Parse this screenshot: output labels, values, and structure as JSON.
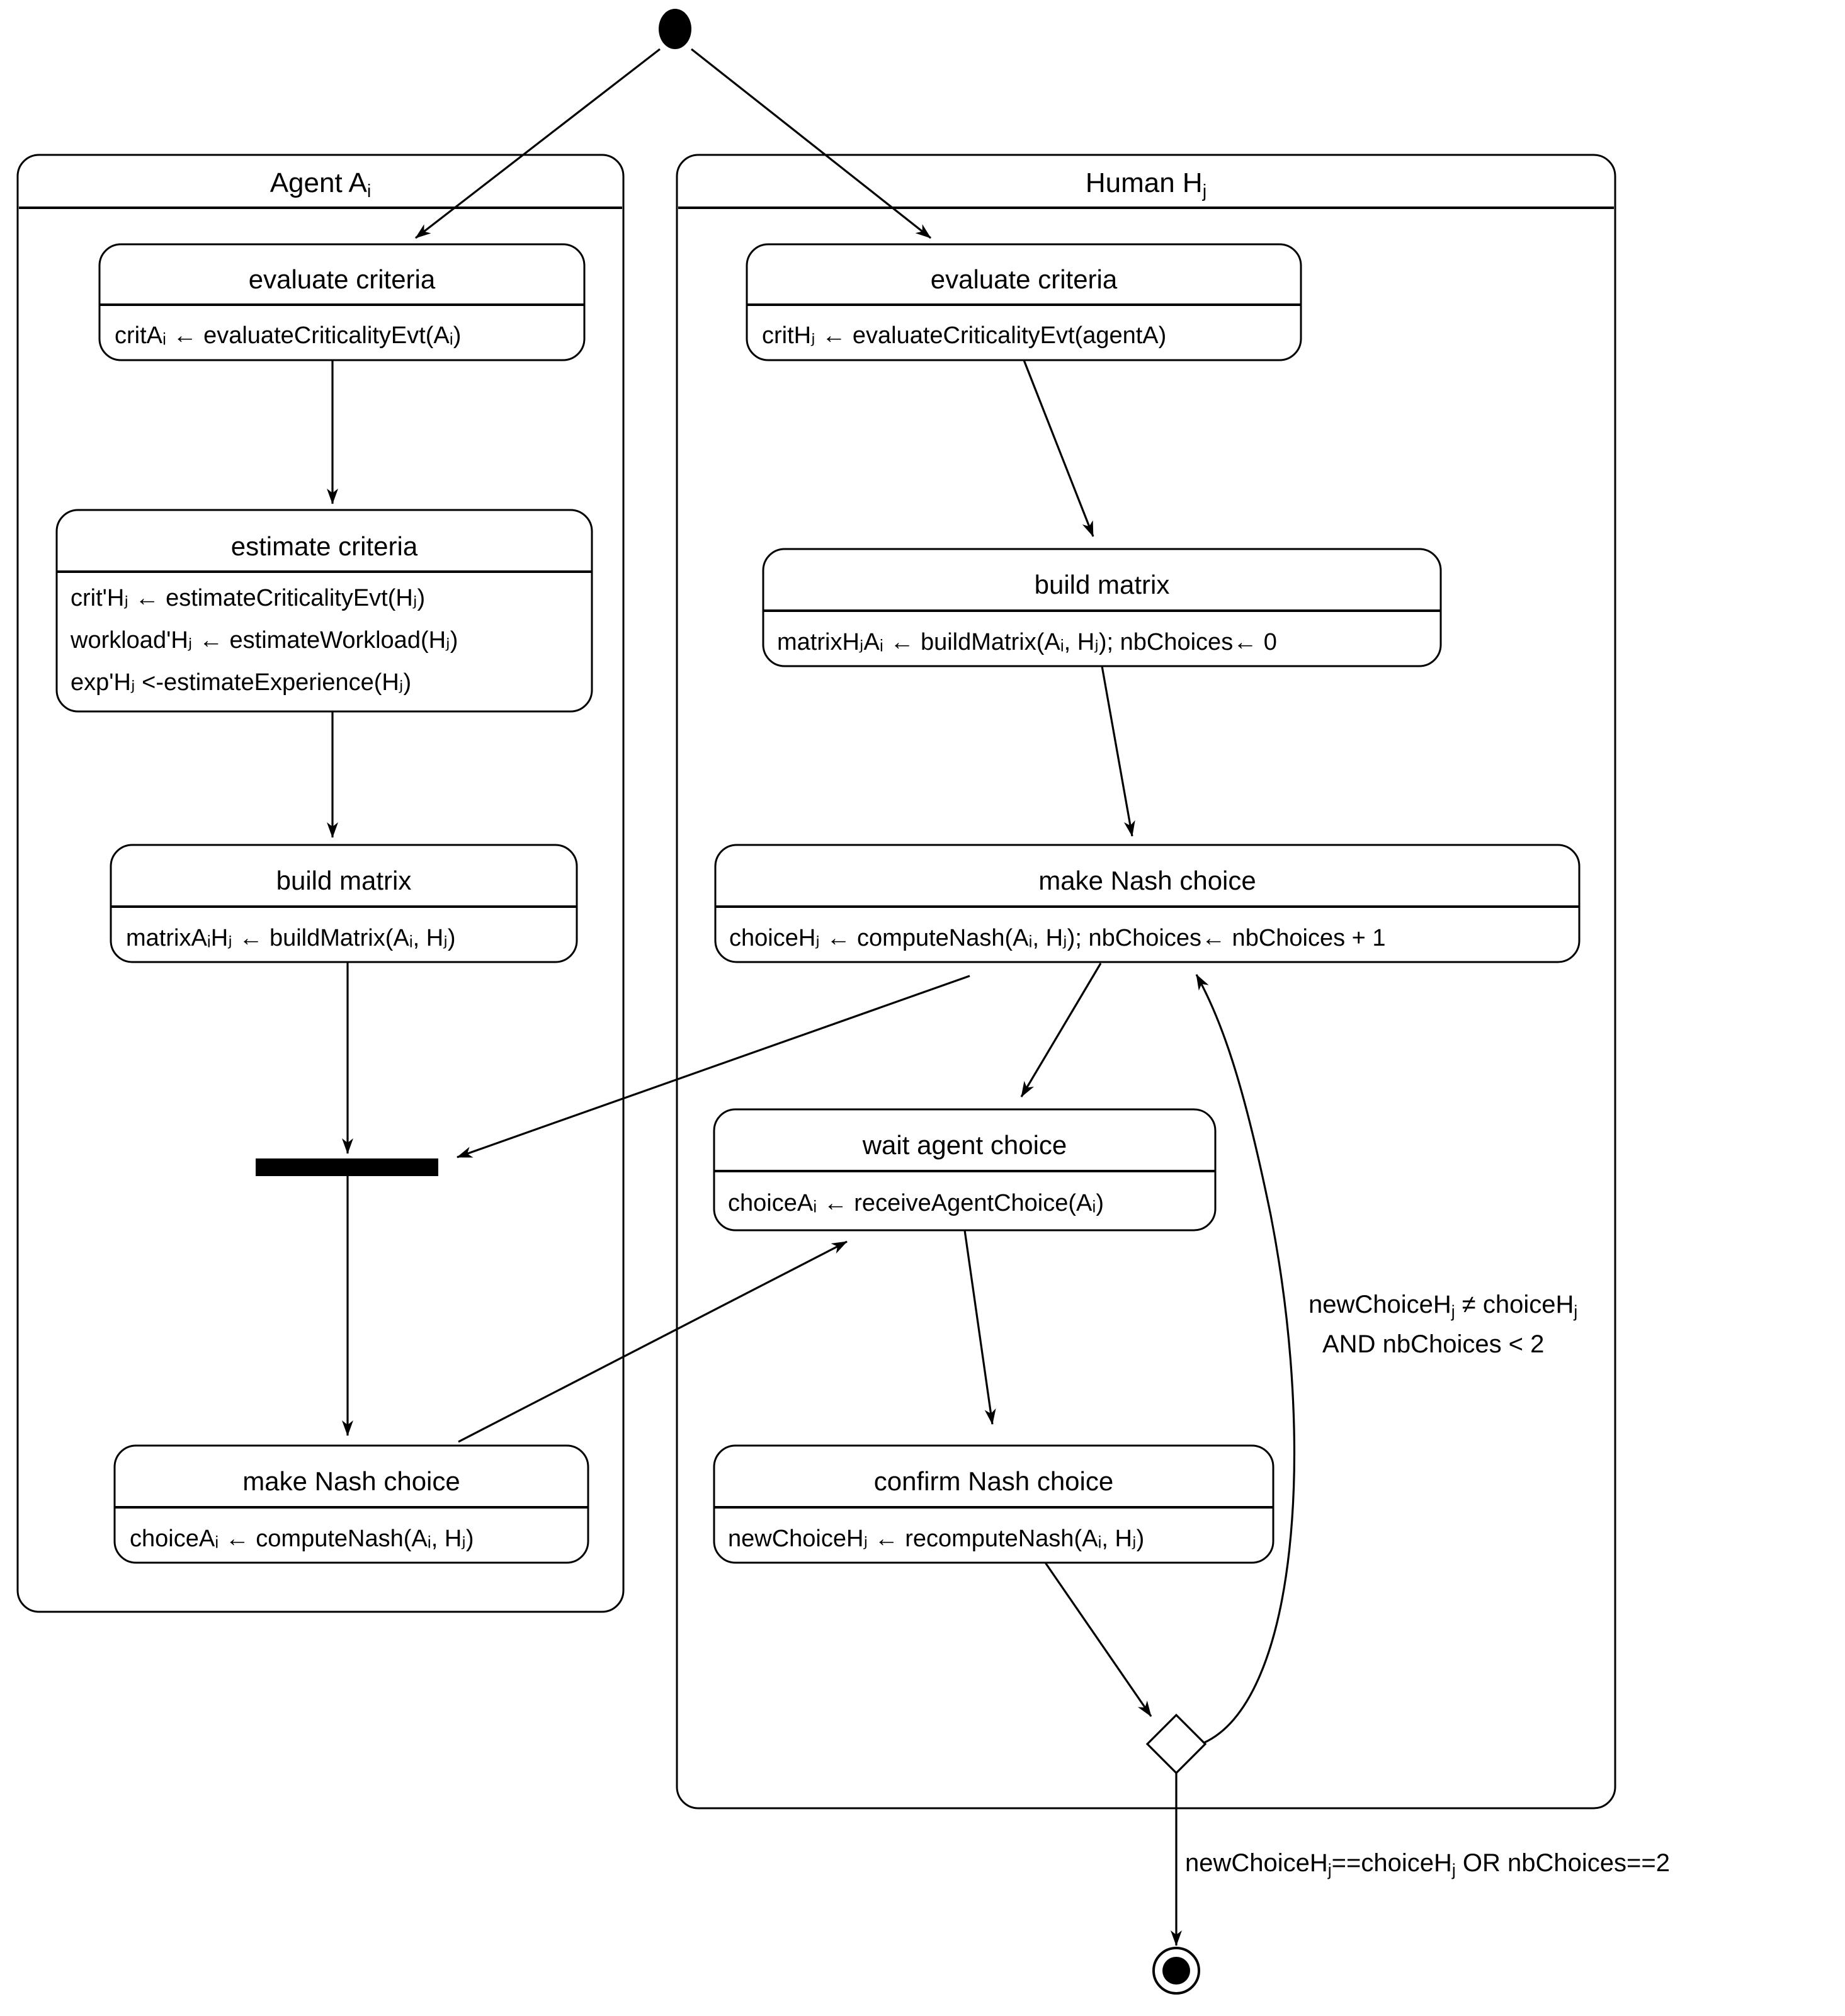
{
  "diagram": {
    "type": "uml-activity-diagram",
    "title": "",
    "colors": {
      "stroke": "#000000",
      "background": "#ffffff",
      "node_fill": "#ffffff"
    },
    "start_node": "initial-node",
    "final_node": "activity-final-node"
  },
  "lanes": [
    {
      "id": "agent",
      "title_main": "Agent A",
      "title_sub": "i"
    },
    {
      "id": "human",
      "title_main": "Human H",
      "title_sub": "j"
    }
  ],
  "nodes": {
    "agent_evaluate_criteria": {
      "title": "evaluate criteria",
      "body": [
        {
          "pre": "critA",
          "sub": "i",
          "post": " ← evaluateCriticalityEvt(A",
          "sub2": "i",
          "post2": ")"
        }
      ],
      "body_plain": "critAᵢ ← evaluateCriticalityEvt(Aᵢ)"
    },
    "agent_estimate_criteria": {
      "title": "estimate criteria",
      "body_plain": [
        "crit'Hⱼ ← estimateCriticalityEvt(Hⱼ)",
        "workload'Hⱼ ← estimateWorkload(Hⱼ)",
        "exp'Hⱼ <-estimateExperience(Hⱼ)"
      ]
    },
    "agent_build_matrix": {
      "title": "build matrix",
      "body_plain": "matrixAᵢHⱼ ← buildMatrix(Aᵢ, Hⱼ)"
    },
    "agent_make_nash_choice": {
      "title": "make Nash choice",
      "body_plain": "choiceAᵢ ← computeNash(Aᵢ, Hⱼ)"
    },
    "human_evaluate_criteria": {
      "title": "evaluate criteria",
      "body_plain": "critHⱼ ← evaluateCriticalityEvt(agentA)"
    },
    "human_build_matrix": {
      "title": "build matrix",
      "body_plain": "matrixHⱼAᵢ ← buildMatrix(Aᵢ, Hⱼ); nbChoices← 0"
    },
    "human_make_nash_choice": {
      "title": "make Nash choice",
      "body_plain": "choiceHⱼ ← computeNash(Aᵢ, Hⱼ); nbChoices← nbChoices + 1"
    },
    "human_wait_agent_choice": {
      "title": "wait agent choice",
      "body_plain": "choiceAᵢ ← receiveAgentChoice(Aᵢ)"
    },
    "human_confirm_nash_choice": {
      "title": "confirm Nash choice",
      "body_plain": "newChoiceHⱼ ← recomputeNash(Aᵢ, Hⱼ)"
    }
  },
  "guards": {
    "loop_back_line1_pre": "newChoiceH",
    "loop_back_line1_sub1": "j",
    "loop_back_line1_mid": " ≠ choiceH",
    "loop_back_line1_sub2": "j",
    "loop_back_line2": "AND nbChoices < 2",
    "exit_pre": "newChoiceH",
    "exit_sub1": "j",
    "exit_mid": "==choiceH",
    "exit_sub2": "j",
    "exit_post": " OR nbChoices==2"
  }
}
